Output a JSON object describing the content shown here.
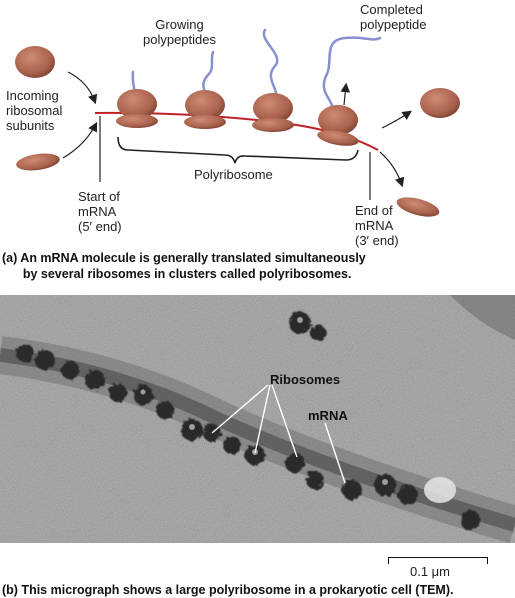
{
  "panel_a": {
    "labels": {
      "growing": "Growing\npolypeptides",
      "completed": "Completed\npolypeptide",
      "incoming": "Incoming\nribosomal\nsubunits",
      "polyribosome": "Polyribosome",
      "start": "Start of\nmRNA\n(5′ end)",
      "end": "End of\nmRNA\n(3′ end)"
    },
    "caption": "(a) An mRNA molecule is generally translated simultaneously\n      by several ribosomes in clusters called polyribosomes."
  },
  "panel_b": {
    "labels": {
      "ribosomes": "Ribosomes",
      "mrna": "mRNA",
      "scale": "0.1 μm"
    },
    "caption": "(b) This micrograph shows a large polyribosome in a prokaryotic cell (TEM)."
  },
  "colors": {
    "ribosome": "#b06a55",
    "ribosome_dark": "#7a3e2e",
    "mrna": "#c0202a",
    "polypeptide": "#8a8fd0"
  }
}
